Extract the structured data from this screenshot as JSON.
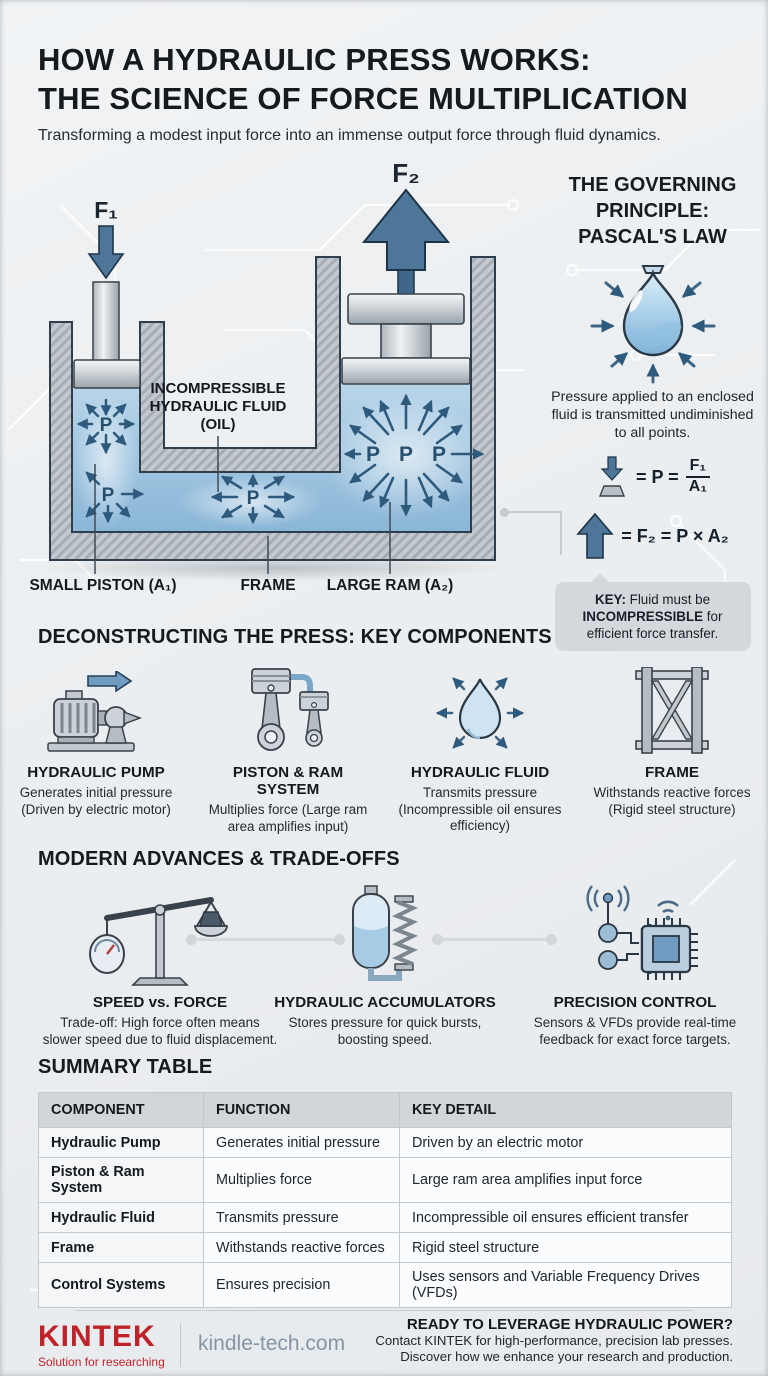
{
  "header": {
    "title_line1": "HOW A HYDRAULIC PRESS WORKS:",
    "title_line2": "THE SCIENCE OF FORCE MULTIPLICATION",
    "subtitle": "Transforming a modest input force into an immense output force through fluid dynamics."
  },
  "press": {
    "force_in": "F₁",
    "force_out": "F₂",
    "pressure_letter": "P",
    "fluid_label_1": "INCOMPRESSIBLE",
    "fluid_label_2": "HYDRAULIC FLUID",
    "fluid_label_3": "(OIL)",
    "caption_small_piston": "SMALL PISTON (A₁)",
    "caption_frame": "FRAME",
    "caption_large_ram": "LARGE RAM (A₂)"
  },
  "pascal": {
    "heading_line1": "THE GOVERNING",
    "heading_line2": "PRINCIPLE:",
    "heading_line3": "PASCAL'S LAW",
    "description": "Pressure applied to an enclosed fluid is transmitted undiminished to all points.",
    "formula1_text": "= P =",
    "formula1_num": "F₁",
    "formula1_den": "A₁",
    "formula2_text": "= F₂ = P × A₂",
    "key_bold1": "KEY:",
    "key_text1": " Fluid must be ",
    "key_bold2": "INCOMPRESSIBLE",
    "key_text2": " for efficient force transfer."
  },
  "components": {
    "heading": "DECONSTRUCTING THE PRESS: KEY COMPONENTS",
    "items": [
      {
        "name": "HYDRAULIC PUMP",
        "description": "Generates initial pressure (Driven by electric motor)",
        "icon": "pump-icon"
      },
      {
        "name": "PISTON & RAM SYSTEM",
        "description": "Multiplies force (Large ram area amplifies input)",
        "icon": "piston-ram-icon"
      },
      {
        "name": "HYDRAULIC FLUID",
        "description": "Transmits pressure (Incompressible oil ensures efficiency)",
        "icon": "fluid-drop-icon"
      },
      {
        "name": "FRAME",
        "description": "Withstands reactive forces (Rigid steel structure)",
        "icon": "frame-icon"
      }
    ]
  },
  "advances": {
    "heading": "MODERN ADVANCES & TRADE-OFFS",
    "items": [
      {
        "name": "SPEED vs. FORCE",
        "description": "Trade-off: High force often means slower speed due to fluid displacement.",
        "icon": "balance-scale-icon"
      },
      {
        "name": "HYDRAULIC ACCUMULATORS",
        "description": "Stores pressure for quick bursts, boosting speed.",
        "icon": "accumulator-icon"
      },
      {
        "name": "PRECISION CONTROL",
        "description": "Sensors & VFDs provide real-time feedback for exact force targets.",
        "icon": "sensor-chip-icon"
      }
    ]
  },
  "summary": {
    "heading": "SUMMARY TABLE",
    "columns": [
      "COMPONENT",
      "FUNCTION",
      "KEY DETAIL"
    ],
    "rows": [
      [
        "Hydraulic Pump",
        "Generates initial pressure",
        "Driven by an electric motor"
      ],
      [
        "Piston & Ram System",
        "Multiplies force",
        "Large ram area amplifies input force"
      ],
      [
        "Hydraulic Fluid",
        "Transmits pressure",
        "Incompressible oil ensures efficient transfer"
      ],
      [
        "Frame",
        "Withstands reactive forces",
        "Rigid steel structure"
      ],
      [
        "Control Systems",
        "Ensures precision",
        "Uses sensors and Variable Frequency Drives (VFDs)"
      ]
    ]
  },
  "footer": {
    "brand": "KINTEK",
    "tagline": "Solution for researching",
    "website": "kindle-tech.com",
    "cta_heading": "READY TO LEVERAGE HYDRAULIC POWER?",
    "cta_line1": "Contact KINTEK for high-performance, precision lab presses.",
    "cta_line2": "Discover how we enhance your research and production."
  },
  "colors": {
    "brand_red": "#bf2329",
    "steel_blue": "#4d7699",
    "arrow_navy": "#2e5a7d",
    "fluid_blue": "#a5c9e2",
    "frame_gray": "#b9c0c6",
    "table_header_bg": "#d2d6da"
  }
}
